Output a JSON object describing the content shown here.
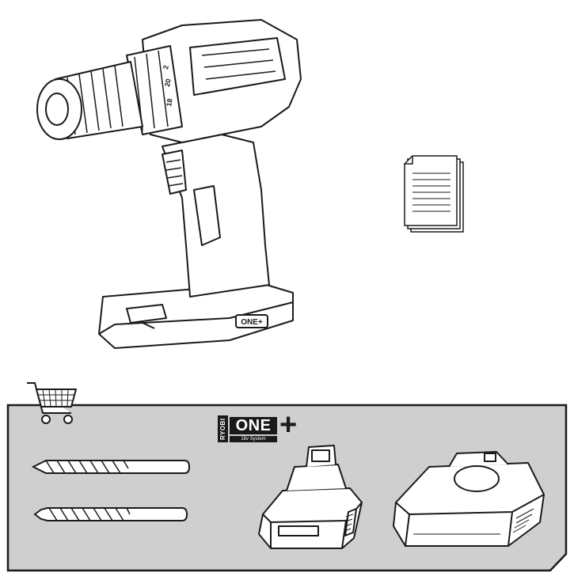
{
  "badge": {
    "brand": "RYOBI",
    "product": "ONE",
    "plus_symbol": "+",
    "system": "18v System"
  },
  "drill_markings": {
    "badge_text": "ONE+",
    "clutch_numbers": [
      "18",
      "20",
      "2"
    ]
  },
  "icons": {
    "documents": "documents-icon",
    "cart": "shopping-cart-icon"
  },
  "colors": {
    "panel_fill": "#cfcfcf",
    "outline": "#1a1a1a"
  }
}
